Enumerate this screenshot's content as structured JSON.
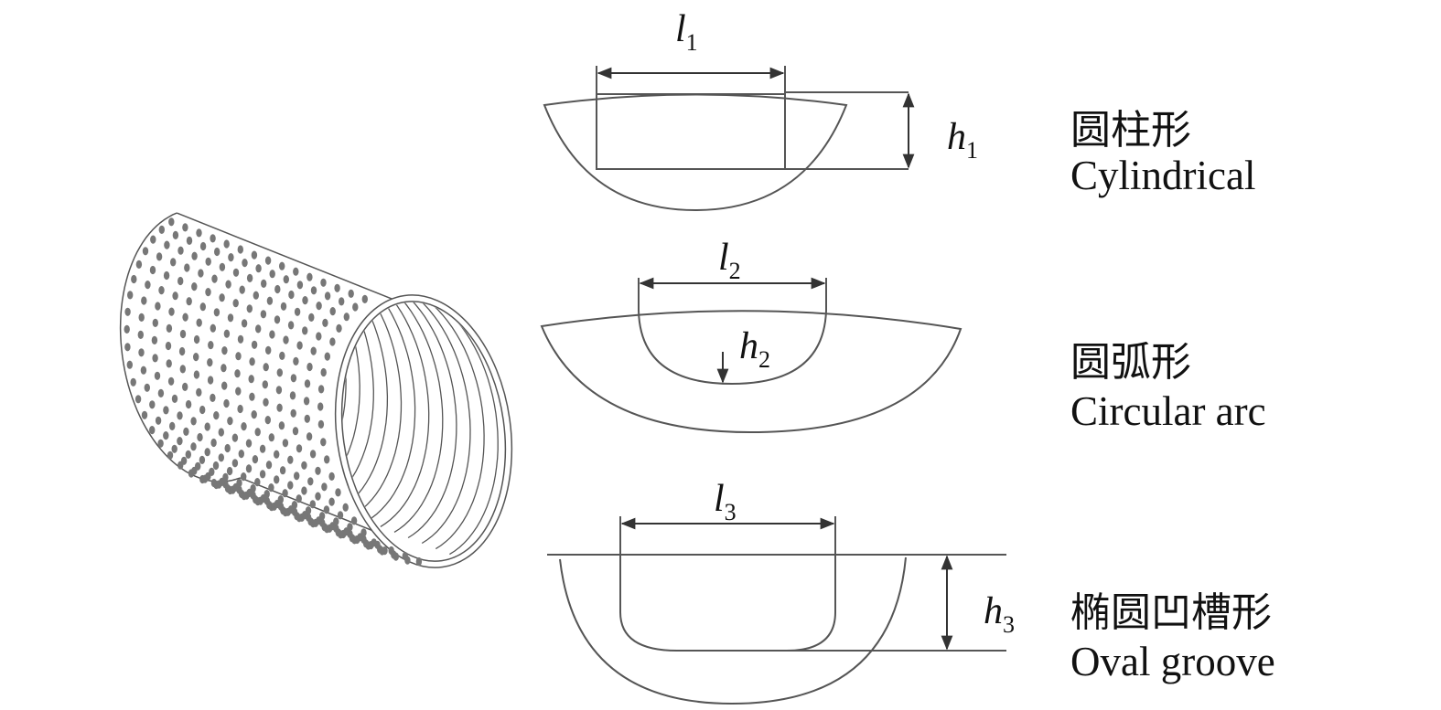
{
  "shapes": [
    {
      "zh": "圆柱形",
      "en": "Cylindrical",
      "l": "l",
      "l_sub": "1",
      "h": "h",
      "h_sub": "1"
    },
    {
      "zh": "圆弧形",
      "en": "Circular arc",
      "l": "l",
      "l_sub": "2",
      "h": "h",
      "h_sub": "2"
    },
    {
      "zh": "椭圆凹槽形",
      "en": "Oval groove",
      "l": "l",
      "l_sub": "3",
      "h": "h",
      "h_sub": "3"
    }
  ],
  "colors": {
    "line": "#555555",
    "dot": "#777777"
  }
}
